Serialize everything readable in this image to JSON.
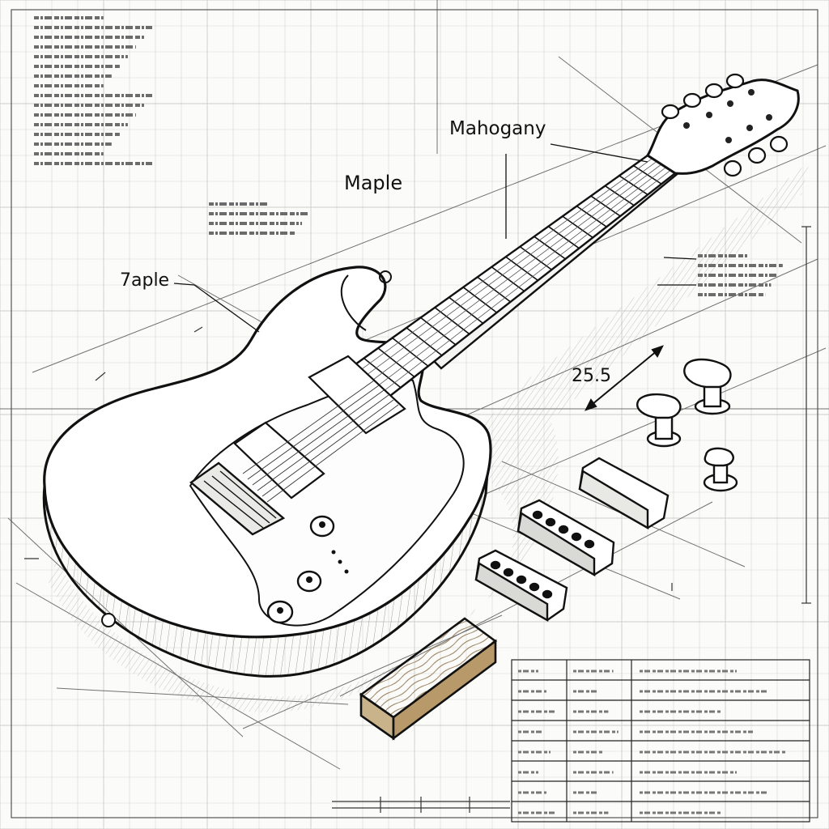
{
  "labels": {
    "mahogany": "Mahogany",
    "maple": "Maple",
    "maple_misprint": "7aple",
    "scale_length": "25.5"
  },
  "colors": {
    "ink": "#111111",
    "paper": "#fbfbf9",
    "grid": "#d7d7d3",
    "shadow": "#cfcfcb",
    "wood": "#b89a6a"
  },
  "icons": [
    "electric-guitar-drawing",
    "tuning-peg-icon",
    "pickup-icon",
    "wood-block-icon"
  ]
}
